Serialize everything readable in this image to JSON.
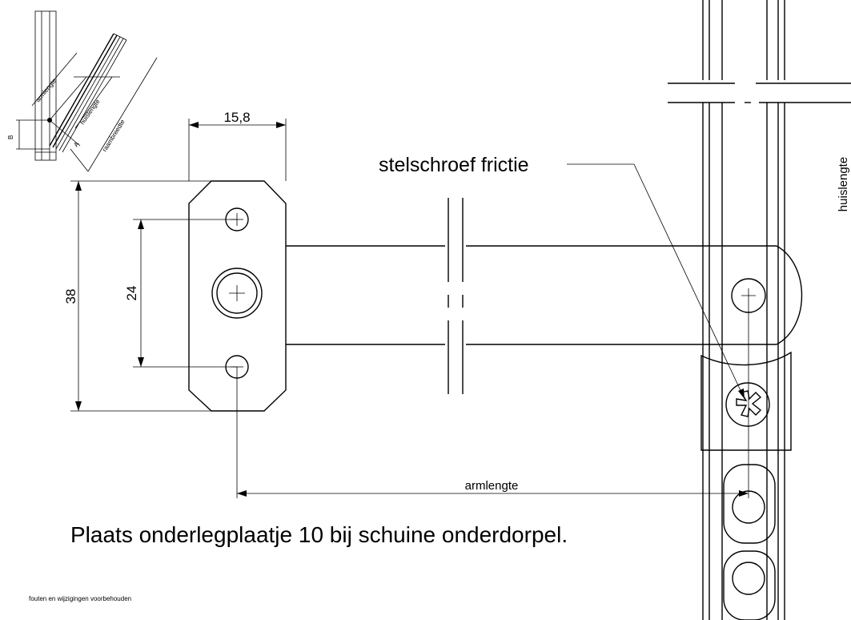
{
  "diagram": {
    "dimensions": {
      "width_top": "15,8",
      "height_outer": "38",
      "hole_spacing": "24",
      "arm_length": "armlengte",
      "house_length": "huislengte"
    },
    "callout": "stelschroef frictie",
    "note": "Plaats onderlegplaatje 10 bij schuine onderdorpel.",
    "footer": "fouten en wijzigingen voorbehouden",
    "inset": {
      "labels": {
        "armlengte": "armlengte",
        "huislengte": "huislengte",
        "raambreedte": "raambreedte",
        "A": "A",
        "B": "B"
      }
    }
  }
}
